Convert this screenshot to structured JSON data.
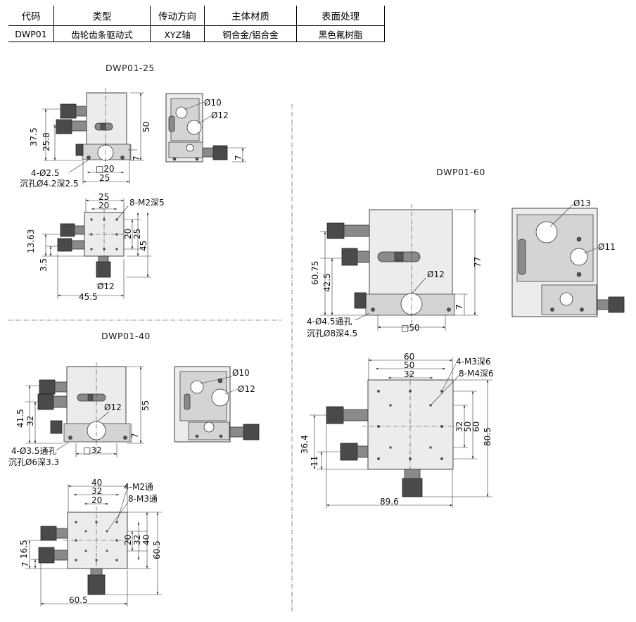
{
  "table": {
    "headers": [
      "代码",
      "类型",
      "传动方向",
      "主体材质",
      "表面处理"
    ],
    "row": [
      "DWP01",
      "齿轮齿条驱动式",
      "XYZ轴",
      "铜合金/铝合金",
      "黑色氟树脂"
    ]
  },
  "models": {
    "m25": {
      "title": "DWP01-25",
      "front": {
        "h1": "37.5",
        "h2": "25.8",
        "height": "50",
        "base": "7",
        "sq": "□20",
        "w": "25",
        "hole_a": "4-Ø2.5",
        "hole_b": "沉孔Ø4.2深2.5"
      },
      "side": {
        "d1": "Ø10",
        "d2": "Ø12",
        "base": "7"
      },
      "top": {
        "w1": "25",
        "w2": "20",
        "thread": "8-M2深5",
        "v1": "20",
        "v2": "25",
        "v3": "45",
        "lh1": "13.63",
        "lh2": "3.5",
        "knob": "Ø12",
        "total": "45.5"
      }
    },
    "m40": {
      "title": "DWP01-40",
      "front": {
        "h1": "41.5",
        "h2": "32",
        "height": "55",
        "base": "7",
        "knob": "Ø12",
        "sq": "□32",
        "hole_a": "4-Ø3.5通孔",
        "hole_b": "沉孔Ø6深3.3"
      },
      "side": {
        "d1": "Ø10",
        "d2": "Ø12"
      },
      "top": {
        "w1": "40",
        "w2": "32",
        "w3": "20",
        "thread1": "4-M2通",
        "thread2": "8-M3通",
        "v1": "20",
        "v2": "32",
        "v3": "40",
        "v4": "60.5",
        "lh1": "16.5",
        "lh2": "7",
        "total": "60.5"
      }
    },
    "m60": {
      "title": "DWP01-60",
      "front": {
        "h1": "60.75",
        "h2": "42.5",
        "height": "77",
        "base": "7",
        "knob": "Ø12",
        "sq": "□50",
        "hole_a": "4-Ø4.5通孔",
        "hole_b": "沉孔Ø8深4.5"
      },
      "side": {
        "d1": "Ø13",
        "d2": "Ø11"
      },
      "top": {
        "w1": "60",
        "w2": "50",
        "w3": "32",
        "thread1": "4-M3深6",
        "thread2": "8-M4深6",
        "v1": "32",
        "v2": "50",
        "v3": "60",
        "v4": "80.5",
        "lh1": "36.4",
        "lh2": "11",
        "total": "89.6"
      }
    }
  }
}
